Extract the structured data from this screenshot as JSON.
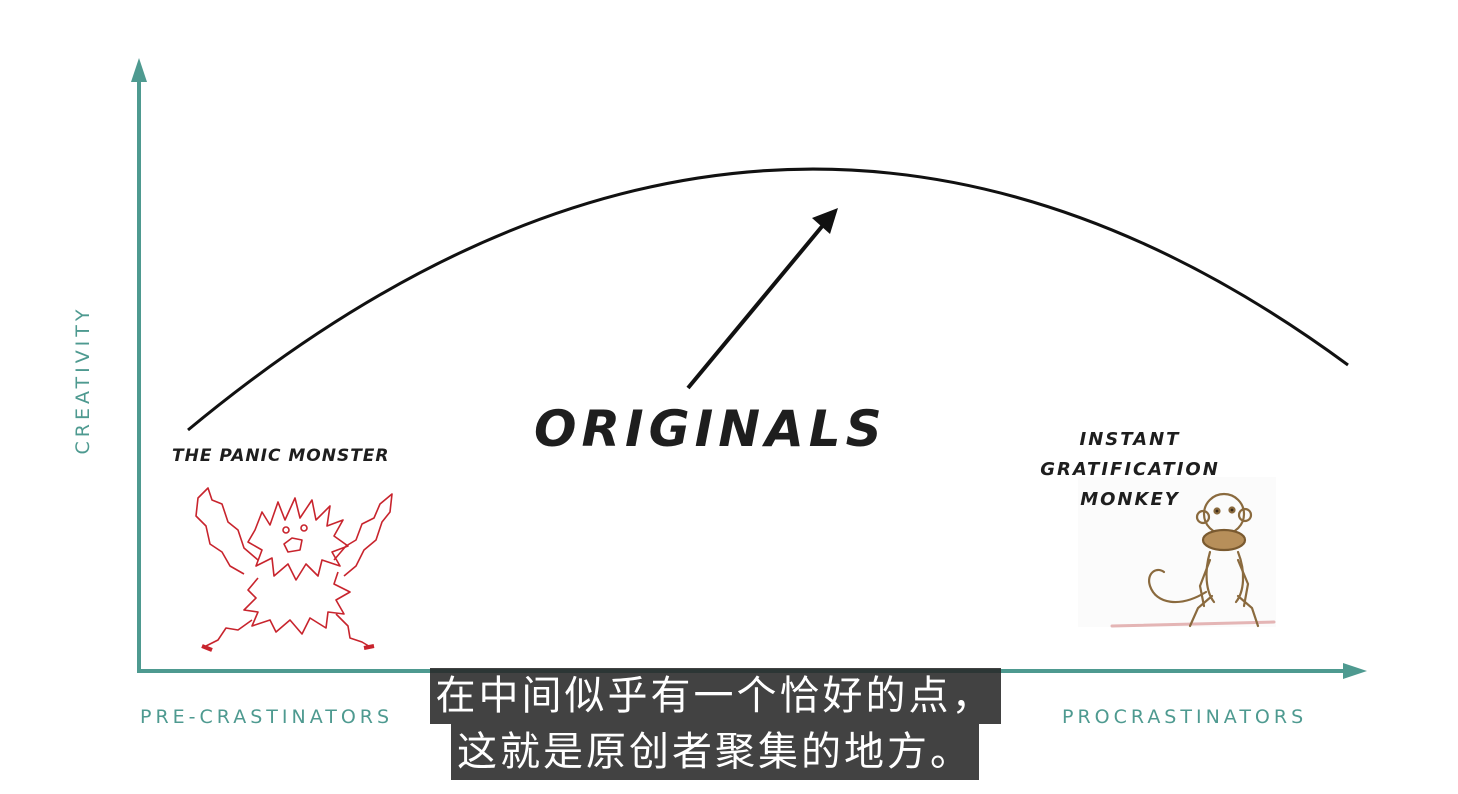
{
  "axes": {
    "y_label": "CREATIVITY",
    "x_label_left": "PRE-CRASTINATORS",
    "x_label_right": "PROCRASTINATORS",
    "color": "#4e9a90"
  },
  "labels": {
    "originals": "ORIGINALS",
    "panic_monster": "THE PANIC MONSTER",
    "monkey": [
      "INSTANT",
      "GRATIFICATION",
      "MONKEY"
    ]
  },
  "subtitles": {
    "line1": "在中间似乎有一个恰好的点，",
    "line2": "这就是原创者聚集的地方。"
  },
  "colors": {
    "curve": "#111111",
    "monster": "#c8242d",
    "monkey": "#8a6a3e",
    "subtitle_bg": "#282828"
  },
  "icons": {
    "panic_monster": "panic-monster-icon",
    "monkey": "monkey-icon"
  }
}
